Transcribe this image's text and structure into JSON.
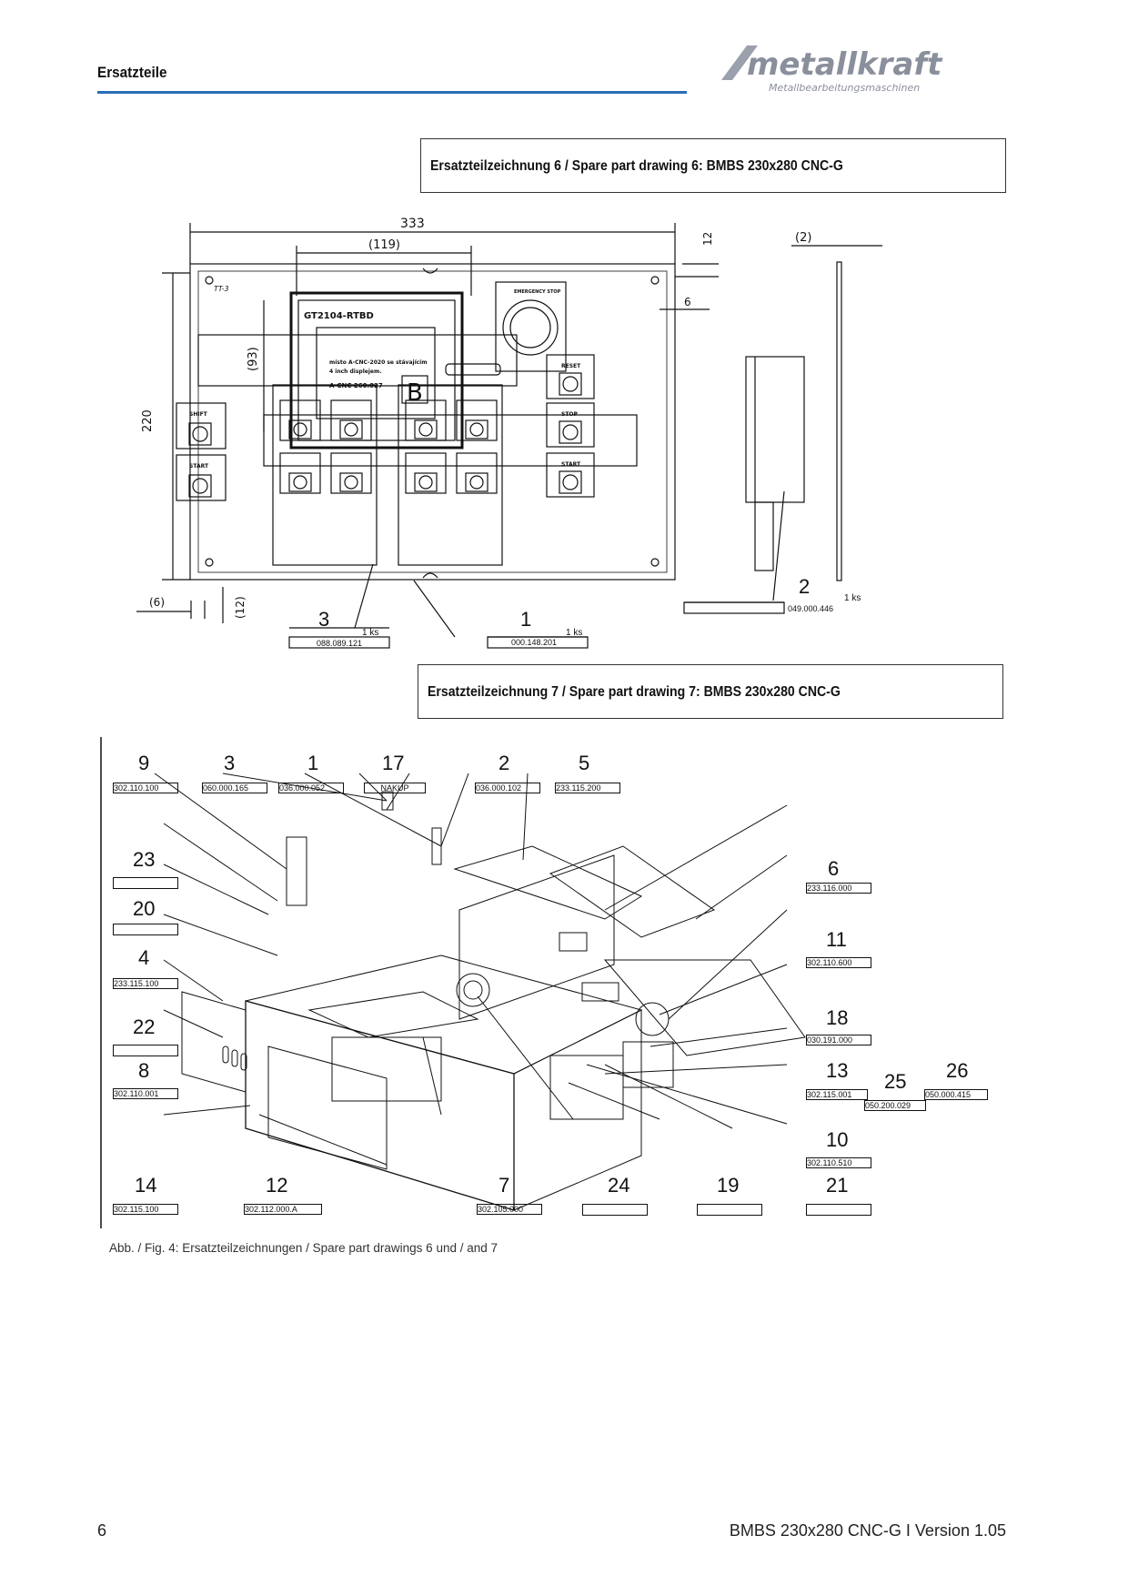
{
  "header": {
    "title": "Ersatzteile",
    "logo_text": "metallkraft",
    "logo_sub": "Metallbearbeitungsmaschinen"
  },
  "drawing6": {
    "title": "Ersatzteilzeichnung 6 / Spare part drawing 6: BMBS 230x280 CNC-G",
    "dims": {
      "w333": "333",
      "w119": "(119)",
      "h12": "12",
      "h2": "(2)",
      "d6": "6",
      "h93": "(93)",
      "h220": "220",
      "b6": "(6)",
      "b12": "(12)"
    },
    "panel": {
      "brand": "TT-3",
      "screen_title": "GT2104-RTBD",
      "screen_line1": "místo A-CNC-2020 se stávajícím",
      "screen_line2": "4 inch displejem.",
      "screen_line3": "A-CNC 260.027",
      "screen_letter": "B",
      "emergency": "EMERGENCY STOP",
      "key_shift": "SHIFT",
      "key_start": "START",
      "key_reset": "RESET",
      "key_stop": "STOP",
      "key_start2": "START"
    },
    "parts": [
      {
        "num": "3",
        "qty": "1 ks",
        "ref": "088.089.121"
      },
      {
        "num": "1",
        "qty": "1 ks",
        "ref": "000.148.201"
      },
      {
        "num": "2",
        "qty": "1 ks",
        "ref": "049.000.446"
      }
    ]
  },
  "drawing7": {
    "title": "Ersatzteilzeichnung 7 / Spare part drawing 7: BMBS 230x280 CNC-G",
    "labels": [
      {
        "num": "9",
        "ref": "302.110.100"
      },
      {
        "num": "3",
        "ref": "060.000.165"
      },
      {
        "num": "1",
        "ref": "036.000.052"
      },
      {
        "num": "17",
        "ref": "NAKUP"
      },
      {
        "num": "2",
        "ref": "036.000.102"
      },
      {
        "num": "5",
        "ref": "233.115.200"
      },
      {
        "num": "23",
        "ref": ""
      },
      {
        "num": "6",
        "ref": "233.116.000"
      },
      {
        "num": "20",
        "ref": ""
      },
      {
        "num": "11",
        "ref": "302.110.600"
      },
      {
        "num": "4",
        "ref": "233.115.100"
      },
      {
        "num": "18",
        "ref": "030.191.000"
      },
      {
        "num": "22",
        "ref": ""
      },
      {
        "num": "8",
        "ref": "302.110.001"
      },
      {
        "num": "13",
        "ref": "302.115.001"
      },
      {
        "num": "25",
        "ref": "050.200.029"
      },
      {
        "num": "26",
        "ref": "050.000.415"
      },
      {
        "num": "10",
        "ref": "302.110.510"
      },
      {
        "num": "14",
        "ref": "302.115.100"
      },
      {
        "num": "12",
        "ref": "302.112.000.A"
      },
      {
        "num": "7",
        "ref": "302.105.000"
      },
      {
        "num": "24",
        "ref": ""
      },
      {
        "num": "19",
        "ref": ""
      },
      {
        "num": "21",
        "ref": ""
      }
    ]
  },
  "caption": "Abb. / Fig. 4:  Ersatzteilzeichnungen / Spare part drawings 6 und / and 7",
  "footer": {
    "page": "6",
    "doc": "BMBS 230x280 CNC-G I Version 1.05"
  },
  "colors": {
    "accent": "#2a6db5",
    "logo": "#8a8f9c"
  }
}
